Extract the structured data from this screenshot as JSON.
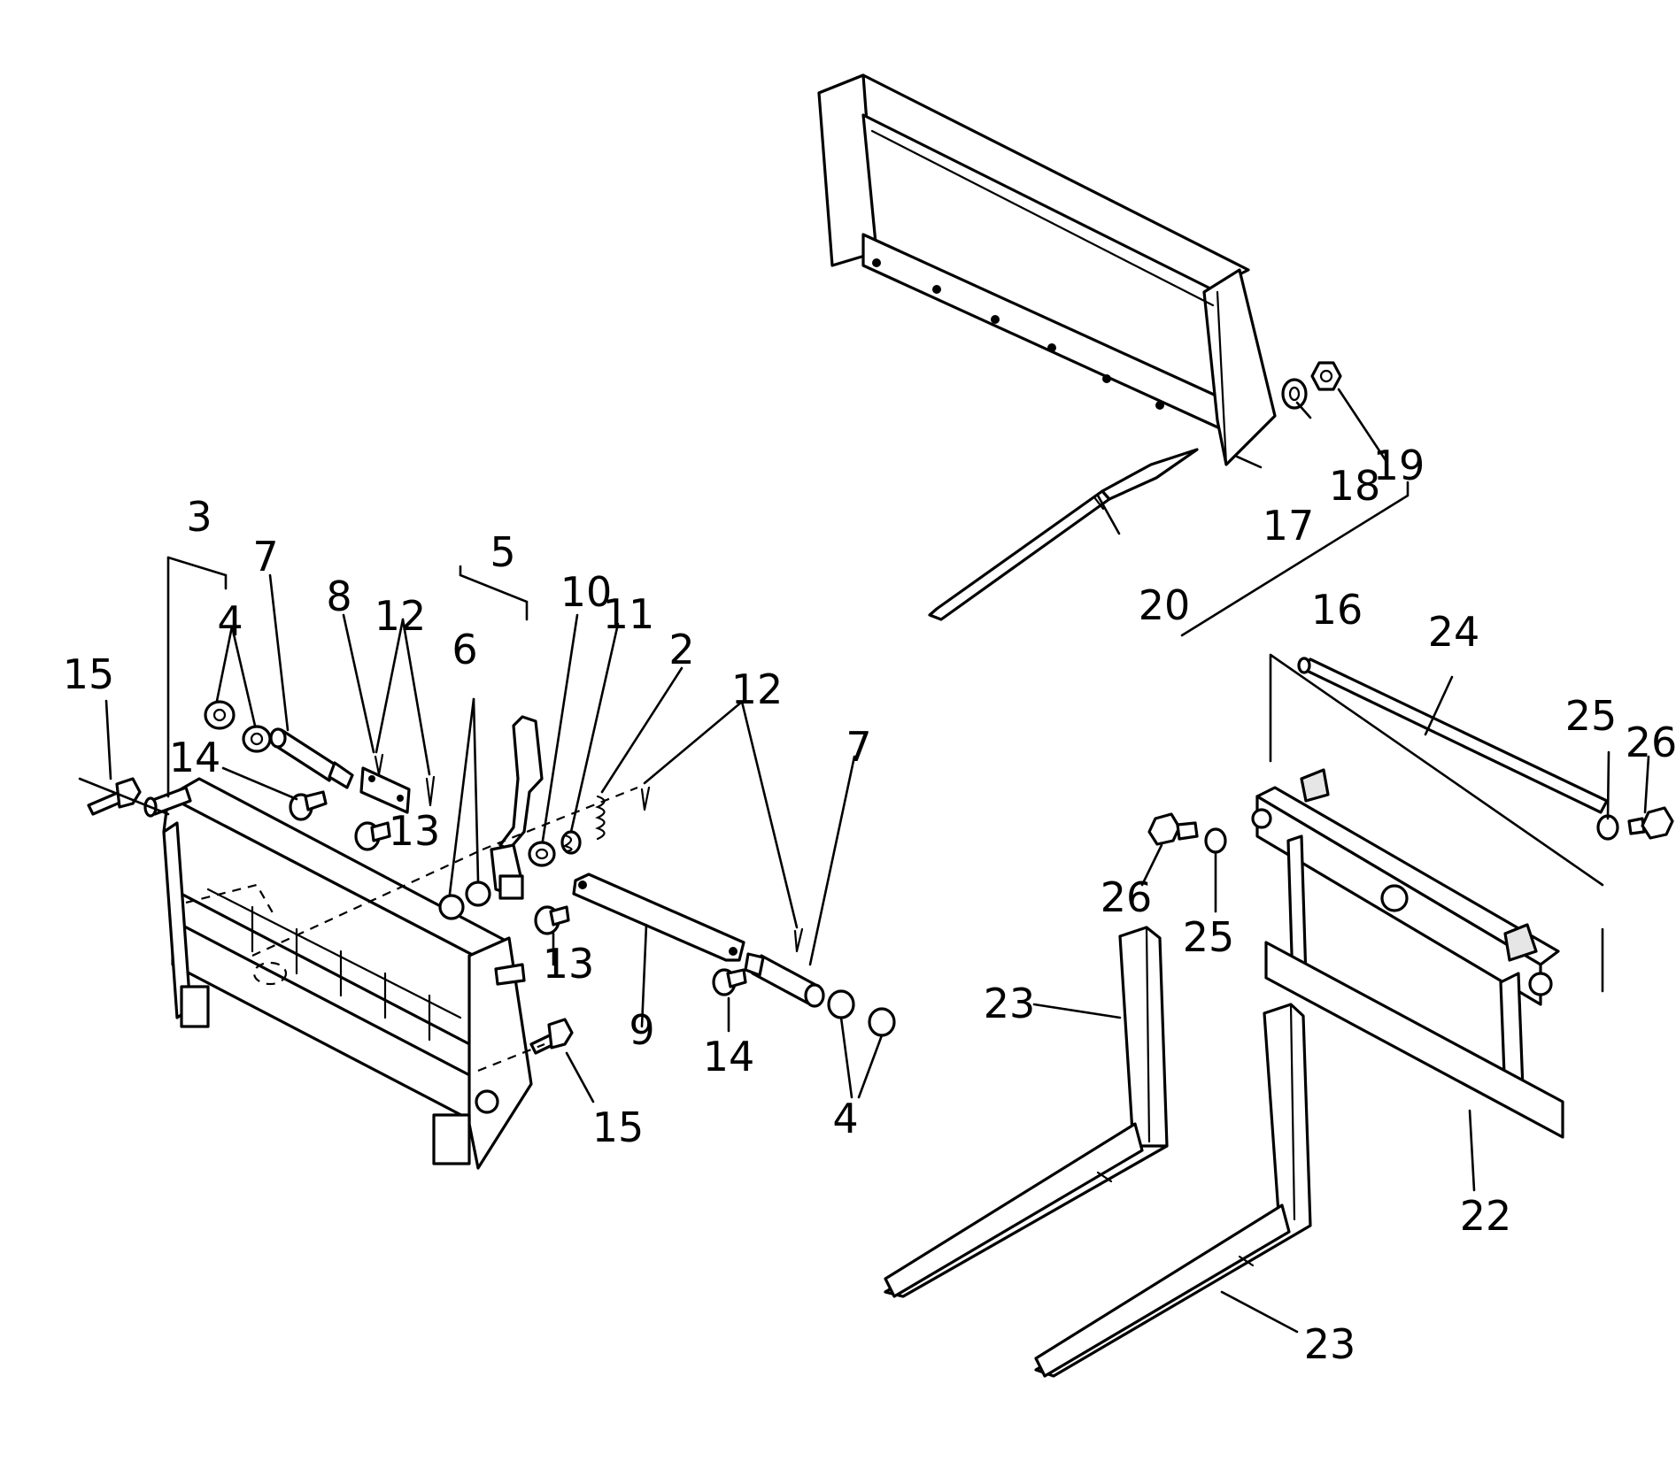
{
  "diagram": {
    "callouts": {
      "c2": "2",
      "c3": "3",
      "c4a": "4",
      "c4b": "4",
      "c5": "5",
      "c6": "6",
      "c7a": "7",
      "c7b": "7",
      "c8": "8",
      "c9": "9",
      "c10": "10",
      "c11": "11",
      "c12a": "12",
      "c12b": "12",
      "c13a": "13",
      "c13b": "13",
      "c14a": "14",
      "c14b": "14",
      "c15a": "15",
      "c15b": "15",
      "c16": "16",
      "c17": "17",
      "c18": "18",
      "c19": "19",
      "c20": "20",
      "c22": "22",
      "c23a": "23",
      "c23b": "23",
      "c24": "24",
      "c25a": "25",
      "c25b": "25",
      "c26a": "26",
      "c26b": "26"
    }
  }
}
